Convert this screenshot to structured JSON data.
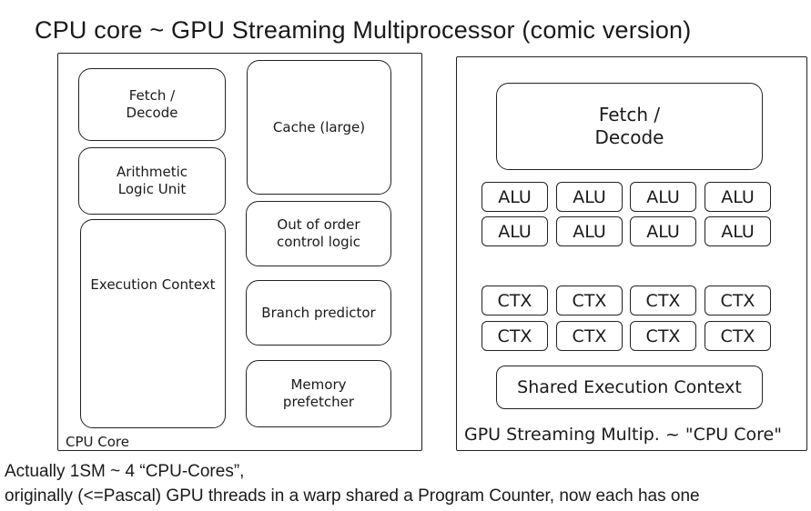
{
  "title": "CPU core ~ GPU Streaming Multiprocessor (comic version)",
  "cpu": {
    "label": "CPU Core",
    "fetch_decode": "Fetch /\nDecode",
    "alu": "Arithmetic\nLogic Unit",
    "execution_context": "Execution Context",
    "cache": "Cache (large)",
    "out_of_order": "Out of order\ncontrol logic",
    "branch_predictor": "Branch predictor",
    "memory_prefetcher": "Memory\nprefetcher"
  },
  "gpu": {
    "label": "GPU Streaming Multip. ~ \"CPU Core\"",
    "fetch_decode": "Fetch /\nDecode",
    "alus": [
      "ALU",
      "ALU",
      "ALU",
      "ALU",
      "ALU",
      "ALU",
      "ALU",
      "ALU"
    ],
    "ctxs": [
      "CTX",
      "CTX",
      "CTX",
      "CTX",
      "CTX",
      "CTX",
      "CTX",
      "CTX"
    ],
    "shared_execution_context": "Shared Execution Context"
  },
  "footer": {
    "line1": "Actually 1SM ~ 4 “CPU-Cores”,",
    "line2": "originally (<=Pascal) GPU threads in a warp shared a Program Counter, now each has one"
  }
}
